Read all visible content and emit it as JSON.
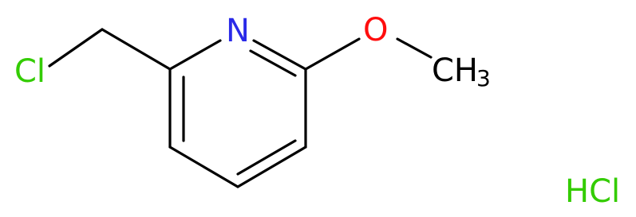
{
  "molecule": {
    "atoms": {
      "cl": "Cl",
      "n": "N",
      "o": "O",
      "ch": "CH",
      "ch_sub": "3",
      "salt": "HCl"
    },
    "colors": {
      "chlorine": "#33cc00",
      "nitrogen": "#2a2ae8",
      "oxygen": "#ff0d0d",
      "carbon": "#000000",
      "bond": "#000000"
    }
  }
}
